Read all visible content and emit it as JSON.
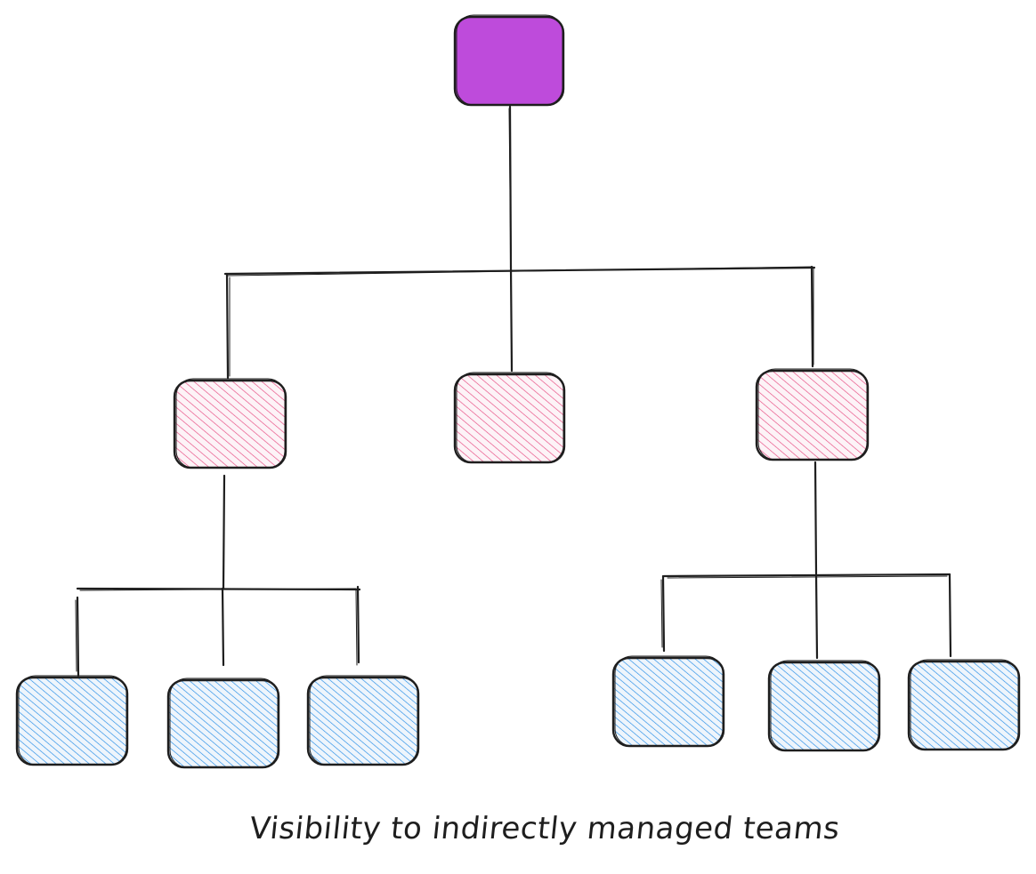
{
  "caption": "Visibility to indirectly managed teams",
  "colors": {
    "stroke": "#1e1e1e",
    "root_fill": "#be4bdb",
    "manager_hatch": "#e64980",
    "manager_bg": "#fbe6ee",
    "team_hatch": "#228be6",
    "team_bg": "#e3f0fb",
    "background": "#ffffff"
  },
  "tree": {
    "root": {
      "role": "root"
    },
    "managers": [
      {
        "role": "manager",
        "teams": 3
      },
      {
        "role": "manager",
        "teams": 0
      },
      {
        "role": "manager",
        "teams": 3
      }
    ]
  }
}
